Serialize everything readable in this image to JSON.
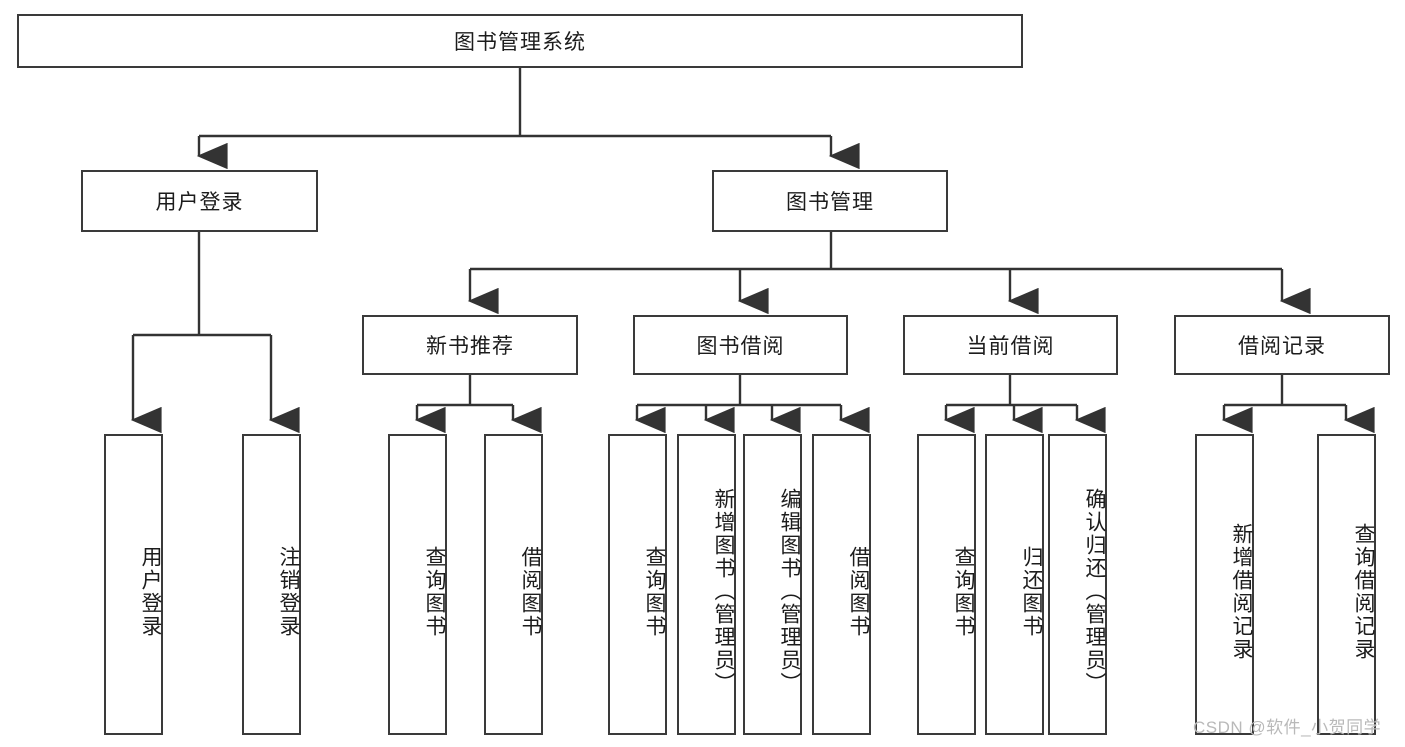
{
  "diagram": {
    "title": "图书管理系统",
    "type": "hierarchy-tree",
    "root": {
      "label": "图书管理系统"
    },
    "level1": [
      {
        "label": "用户登录"
      },
      {
        "label": "图书管理"
      }
    ],
    "level2": [
      {
        "label": "新书推荐"
      },
      {
        "label": "图书借阅"
      },
      {
        "label": "当前借阅"
      },
      {
        "label": "借阅记录"
      }
    ],
    "leaves": {
      "user_login": [
        {
          "label": "用户登录"
        },
        {
          "label": "注销登录"
        }
      ],
      "new_book_recommend": [
        {
          "label": "查询图书"
        },
        {
          "label": "借阅图书"
        }
      ],
      "book_borrow": [
        {
          "label": "查询图书"
        },
        {
          "label": "新增图书（管理员）"
        },
        {
          "label": "编辑图书（管理员）"
        },
        {
          "label": "借阅图书"
        }
      ],
      "current_borrow": [
        {
          "label": "查询图书"
        },
        {
          "label": "归还图书"
        },
        {
          "label": "确认归还（管理员）"
        }
      ],
      "borrow_record": [
        {
          "label": "新增借阅记录"
        },
        {
          "label": "查询借阅记录"
        }
      ]
    }
  },
  "watermark": {
    "text": "CSDN @软件_小贺同学"
  },
  "colors": {
    "box_border": "#3a3a3a",
    "connector": "#333333",
    "background": "#ffffff",
    "text": "#1c1c1c",
    "watermark": "#b9b9b9"
  }
}
